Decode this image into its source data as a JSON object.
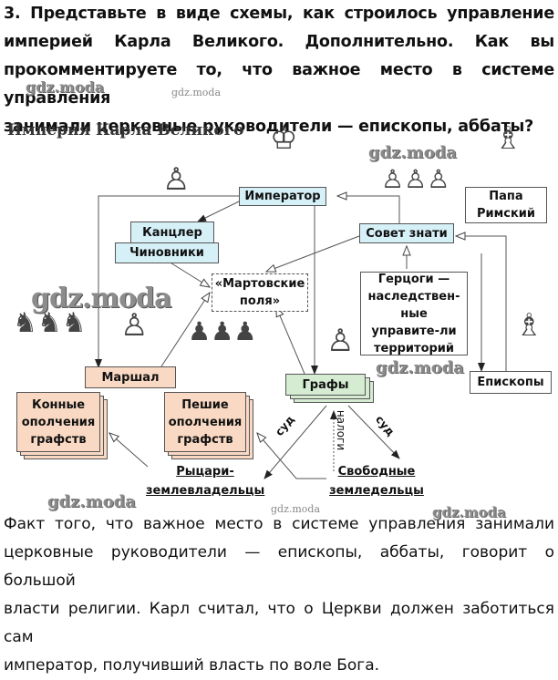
{
  "question": {
    "lines": [
      "3. Представьте в виде схемы, как строилось управление",
      "империей Карла Великого. Дополнительно. Как вы",
      "прокомментируете то, что важное место в системе управления",
      "занимали церковные руководители — епископы, аббаты?"
    ]
  },
  "scheme": {
    "title": "Империя Карла Великого",
    "boxes": {
      "emperor": "Император",
      "chancellor": "Канцлер",
      "officials": "Чиновники",
      "council": "Совет знати",
      "pope": "Папа Римский",
      "march_fields": "«Мартовские поля»",
      "dukes": "Герцоги — наследствен-ные управите-ли территорий",
      "marshal": "Маршал",
      "cavalry": "Конные ополчения графств",
      "infantry": "Пешие ополчения графств",
      "counts": "Графы",
      "bishops": "Епископы"
    },
    "labels": {
      "knights": "Рыцари-землевладельцы",
      "farmers": "Свободные земледельцы",
      "court_left": "суд",
      "court_right": "суд",
      "taxes": "налоги"
    },
    "figures": {
      "emperor": "emperor-figure-icon",
      "chancellor": "chancellor-figure-icon",
      "nobles": "nobles-figure-icon",
      "pope": "pope-figure-icon",
      "cavalry": "cavalry-figure-icon",
      "marshal": "marshal-figure-icon",
      "infantry": "infantry-figure-icon",
      "count": "count-figure-icon",
      "bishop": "bishop-figure-icon"
    }
  },
  "answer": {
    "lines": [
      "Факт того, что важное место в системе управления занимали",
      "церковные руководители — епископы, аббаты, говорит о большой",
      "власти религии. Карл считал, что о Церкви должен заботиться сам",
      "император, получивший власть по воле Бога."
    ]
  },
  "watermarks": [
    "gdz.moda",
    "gdz.moda",
    "gdz.moda",
    "gdz.moda",
    "gdz.moda",
    "gdz.moda",
    "gdz.moda",
    "gdz.moda"
  ],
  "colors": {
    "blue_box": "#d6f0f7",
    "peach_box": "#f9d9c3",
    "green_box": "#d5ecd3"
  }
}
